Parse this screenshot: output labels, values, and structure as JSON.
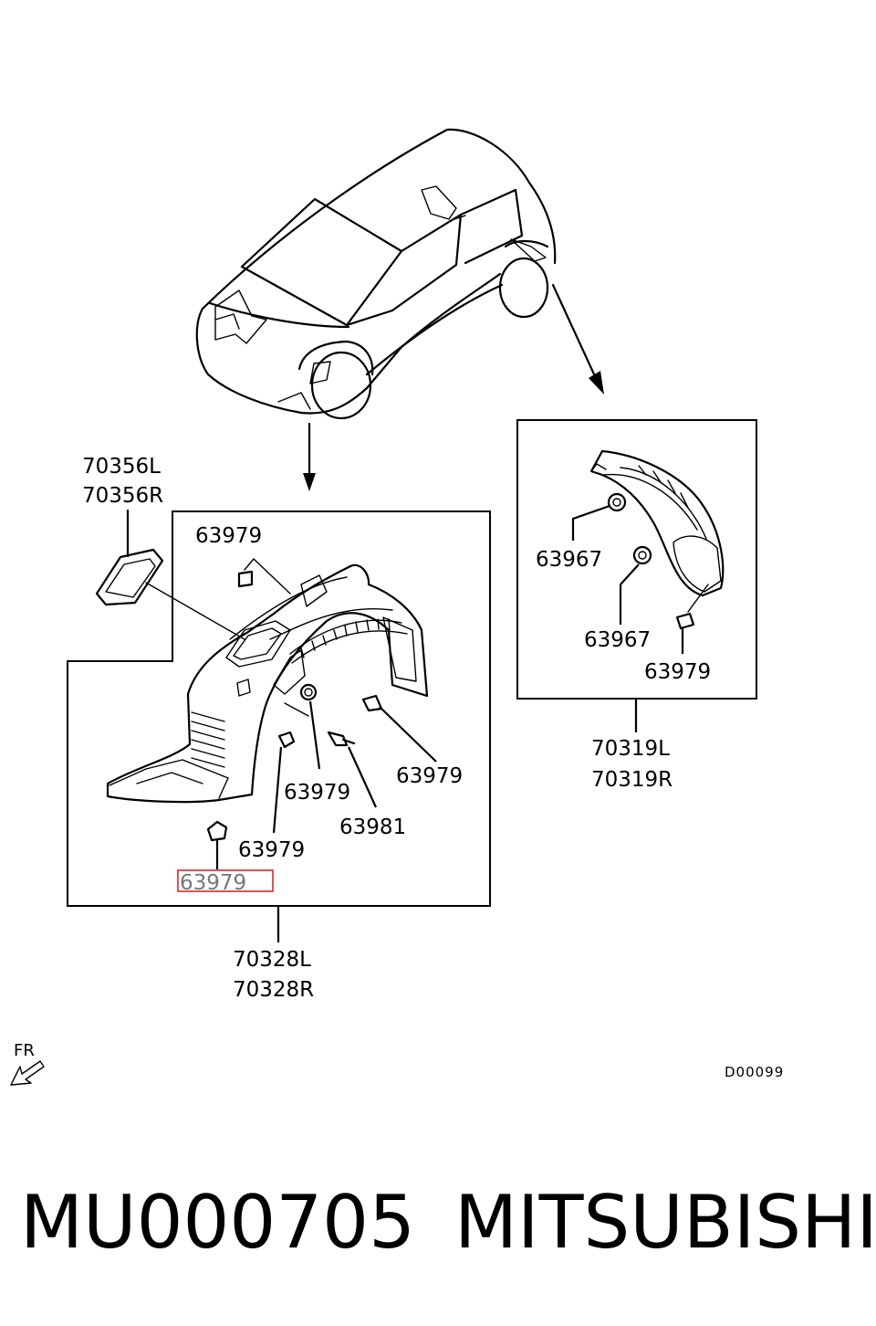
{
  "labels": {
    "grommet": [
      "70356L",
      "70356R"
    ],
    "front_liner": [
      "70328L",
      "70328R"
    ],
    "rear_liner": [
      "70319L",
      "70319R"
    ],
    "clip_top": "63979",
    "clip_right": "63979",
    "clip_mid": "63979",
    "clip_lower": "63979",
    "screw": "63981",
    "clip_highlighted": "63979",
    "nut_upper": "63967",
    "nut_lower": "63967",
    "rear_clip": "63979"
  },
  "direction_label": "FR",
  "diagram_code": "D00099",
  "footer": {
    "part_number": "MU000705",
    "brand": "MITSUBISHI"
  },
  "colors": {
    "highlight": "#e0242a",
    "highlight_text": "#777777"
  }
}
